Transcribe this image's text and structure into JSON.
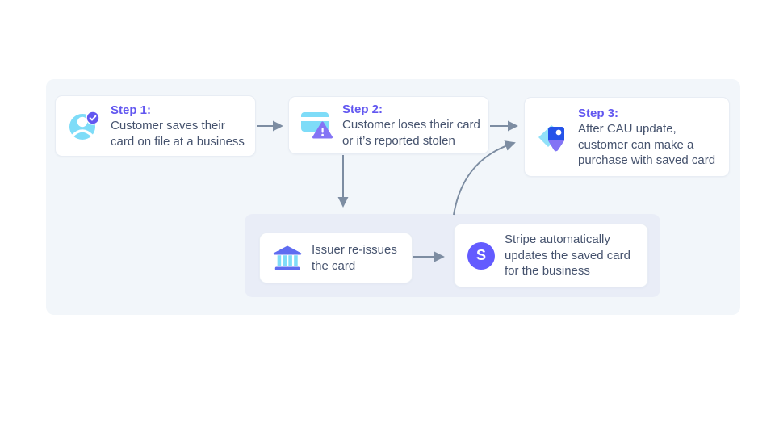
{
  "diagram": {
    "steps": [
      {
        "label": "Step 1:",
        "text": "Customer saves their card on file at a business",
        "icon": "customer-check-icon"
      },
      {
        "label": "Step 2:",
        "text": "Customer loses their card or it’s reported stolen",
        "icon": "card-alert-icon"
      },
      {
        "label": "Step 3:",
        "text": "After CAU update, customer can make a purchase with saved card",
        "icon": "price-tag-icon"
      }
    ],
    "subflow": {
      "issuer": {
        "text": "Issuer re-issues the card",
        "icon": "bank-icon"
      },
      "stripe": {
        "text": "Stripe automatically updates the saved card for the business",
        "icon": "stripe-logo-icon",
        "logo_letter": "S"
      }
    },
    "colors": {
      "accent_purple": "#6257f0",
      "body_text": "#46536e",
      "arrow": "#7d8da2",
      "panel_bg": "#f2f6fa",
      "subpanel_bg": "#e9edf7",
      "icon_cyan": "#7edcf8",
      "icon_blue": "#2553e9",
      "icon_purple": "#8474f5",
      "icon_indigo": "#5f6cf1",
      "stripe_purple": "#635bff"
    }
  }
}
